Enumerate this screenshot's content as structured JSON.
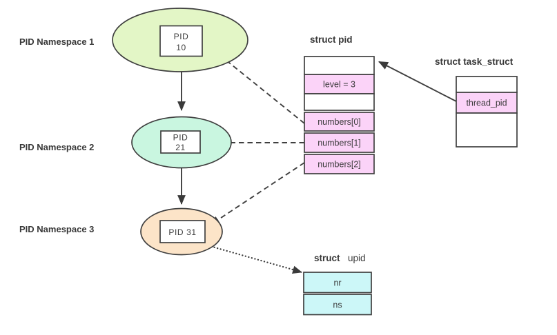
{
  "diagram": {
    "namespaces": [
      {
        "label": "PID Namespace 1",
        "pid_line1": "PID",
        "pid_line2": "10"
      },
      {
        "label": "PID Namespace 2",
        "pid_line1": "PID",
        "pid_line2": "21"
      },
      {
        "label": "PID Namespace 3",
        "pid_label": "PID 31"
      }
    ],
    "struct_pid": {
      "title": "struct pid",
      "level_row": "level = 3",
      "numbers": [
        "numbers[0]",
        "numbers[1]",
        "numbers[2]"
      ]
    },
    "struct_task_struct": {
      "title": "struct task_struct",
      "thread_pid_row": "thread_pid"
    },
    "struct_upid": {
      "title_bold": "struct",
      "title_regular": "upid",
      "rows": [
        "nr",
        "ns"
      ]
    },
    "colors": {
      "namespace1_fill": "#e3f6c6",
      "namespace2_fill": "#c9f6e0",
      "namespace3_fill": "#fce4c8",
      "pid_field_fill": "#fbd3f8",
      "upid_field_fill": "#ccf7f8",
      "stroke": "#3f3f3f",
      "text": "#383838"
    }
  }
}
